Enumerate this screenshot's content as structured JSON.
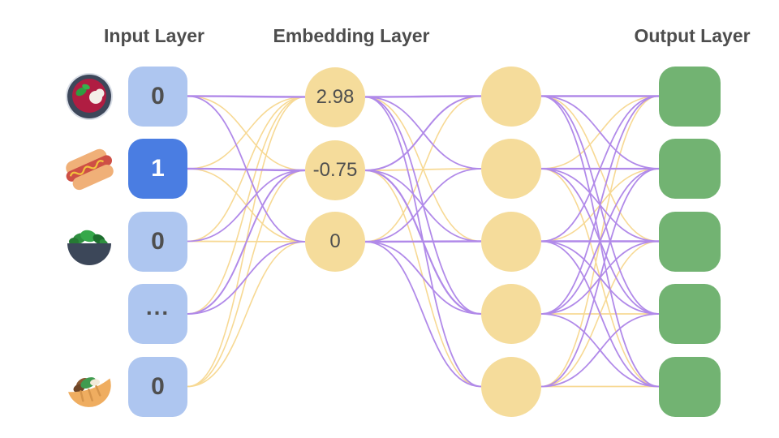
{
  "diagram": {
    "titles": {
      "input": "Input Layer",
      "embedding": "Embedding Layer",
      "output": "Output Layer"
    },
    "input_layer": {
      "nodes": [
        {
          "value": "0",
          "active": false,
          "icon": "soup-bowl-icon"
        },
        {
          "value": "1",
          "active": true,
          "icon": "hot-dog-icon"
        },
        {
          "value": "0",
          "active": false,
          "icon": "salad-icon"
        },
        {
          "value": "...",
          "active": false,
          "icon": ""
        },
        {
          "value": "0",
          "active": false,
          "icon": "pita-icon"
        }
      ]
    },
    "embedding_layer": {
      "nodes": [
        {
          "value": "2.98"
        },
        {
          "value": "-0.75"
        },
        {
          "value": "0"
        }
      ]
    },
    "hidden_layer": {
      "node_count": 5
    },
    "output_layer": {
      "node_count": 5
    },
    "colors": {
      "input_inactive": "#aec6f0",
      "input_active": "#4a7de2",
      "node_yellow": "#f5dc9b",
      "output_green": "#72b372",
      "edge_purple": "#b18ae9",
      "edge_yellow": "#f7d994",
      "title_text": "#4d4d4d",
      "value_text": "#4f4f4f"
    },
    "edges": {
      "input_to_embedding": [
        [
          0,
          0,
          "p",
          2.4
        ],
        [
          0,
          1,
          "y",
          1.6
        ],
        [
          0,
          2,
          "p",
          1.8
        ],
        [
          1,
          0,
          "y",
          1.6
        ],
        [
          1,
          1,
          "p",
          2.4
        ],
        [
          1,
          2,
          "y",
          1.6
        ],
        [
          2,
          0,
          "y",
          1.6
        ],
        [
          2,
          1,
          "p",
          1.8
        ],
        [
          2,
          2,
          "y",
          1.8
        ],
        [
          3,
          0,
          "y",
          1.6
        ],
        [
          3,
          1,
          "p",
          2.0
        ],
        [
          3,
          2,
          "p",
          1.8
        ],
        [
          4,
          0,
          "y",
          1.6
        ],
        [
          4,
          1,
          "y",
          1.6
        ],
        [
          4,
          2,
          "y",
          1.6
        ]
      ],
      "embedding_to_hidden": [
        [
          0,
          0,
          "p",
          2.4
        ],
        [
          0,
          1,
          "p",
          1.8
        ],
        [
          0,
          2,
          "y",
          1.6
        ],
        [
          0,
          3,
          "p",
          1.8
        ],
        [
          0,
          4,
          "p",
          1.8
        ],
        [
          1,
          0,
          "p",
          2.0
        ],
        [
          1,
          1,
          "y",
          1.8
        ],
        [
          1,
          2,
          "p",
          1.8
        ],
        [
          1,
          3,
          "p",
          2.2
        ],
        [
          1,
          4,
          "y",
          1.6
        ],
        [
          2,
          0,
          "y",
          1.6
        ],
        [
          2,
          1,
          "p",
          1.8
        ],
        [
          2,
          2,
          "p",
          2.4
        ],
        [
          2,
          3,
          "p",
          1.8
        ],
        [
          2,
          4,
          "p",
          1.8
        ]
      ],
      "hidden_to_output": [
        [
          0,
          0,
          "p",
          2.4
        ],
        [
          0,
          1,
          "p",
          1.8
        ],
        [
          0,
          2,
          "y",
          1.6
        ],
        [
          0,
          3,
          "p",
          1.8
        ],
        [
          0,
          4,
          "p",
          1.8
        ],
        [
          1,
          0,
          "y",
          1.6
        ],
        [
          1,
          1,
          "p",
          2.2
        ],
        [
          1,
          2,
          "p",
          1.8
        ],
        [
          1,
          3,
          "p",
          1.8
        ],
        [
          1,
          4,
          "y",
          1.6
        ],
        [
          2,
          0,
          "p",
          1.8
        ],
        [
          2,
          1,
          "y",
          1.6
        ],
        [
          2,
          2,
          "p",
          2.4
        ],
        [
          2,
          3,
          "p",
          1.8
        ],
        [
          2,
          4,
          "p",
          1.8
        ],
        [
          3,
          0,
          "p",
          1.8
        ],
        [
          3,
          1,
          "p",
          1.8
        ],
        [
          3,
          2,
          "p",
          1.8
        ],
        [
          3,
          3,
          "y",
          1.8
        ],
        [
          3,
          4,
          "p",
          1.8
        ],
        [
          4,
          0,
          "y",
          1.6
        ],
        [
          4,
          1,
          "p",
          1.8
        ],
        [
          4,
          2,
          "y",
          1.6
        ],
        [
          4,
          3,
          "p",
          1.8
        ],
        [
          4,
          4,
          "y",
          1.8
        ]
      ]
    }
  }
}
